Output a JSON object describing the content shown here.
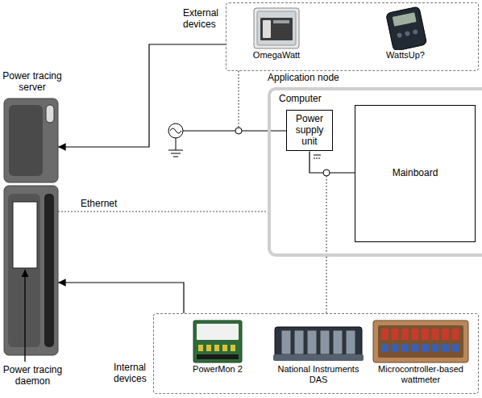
{
  "diagram": {
    "nodes": [
      {
        "text": [
          "External devices"
        ]
      },
      {
        "text": [
          "OmegaWatt"
        ],
        "in": 0
      },
      {
        "text": [
          "WattsUp?"
        ],
        "in": 0
      },
      {
        "text": [
          "Power tracing server"
        ]
      },
      {
        "text": [
          "Application node",
          "Computer"
        ]
      },
      {
        "text": [
          "Power supply unit"
        ],
        "in": 4
      },
      {
        "text": [
          "Mainboard"
        ],
        "in": 4
      },
      {
        "text": [
          "Internal devices"
        ]
      },
      {
        "text": [
          "PowerMon 2"
        ],
        "in": 7
      },
      {
        "text": [
          "National Instruments DAS"
        ],
        "in": 7
      },
      {
        "text": [
          "Microcontroller-based wattmeter"
        ],
        "in": 7
      }
    ],
    "edges": [
      {
        "from": 0,
        "to": 3,
        "arrow": "to"
      },
      {
        "from": 7,
        "to": 3,
        "arrow": "to"
      },
      {
        "from": 3,
        "to": 4,
        "label": "Ethernet",
        "arrow": "none"
      },
      {
        "from": 5,
        "to": 6,
        "arrow": "none"
      }
    ],
    "labels": [
      "Power tracing daemon"
    ]
  }
}
